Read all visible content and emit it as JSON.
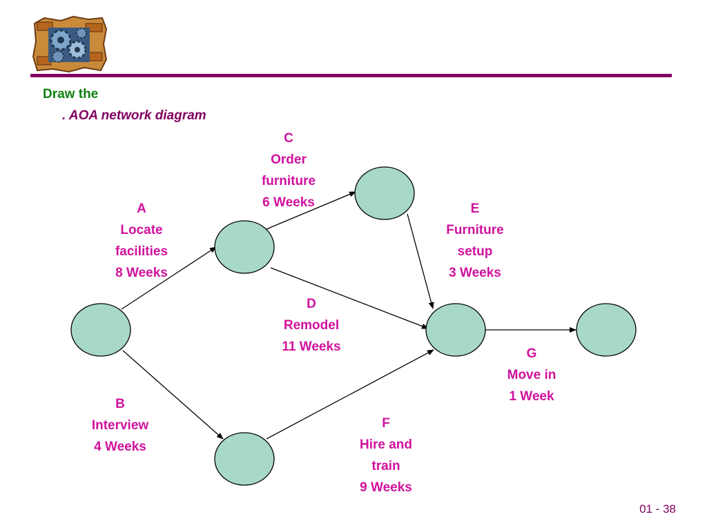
{
  "heading": "Draw the",
  "subheading": ". AOA network diagram",
  "slide_number": "01 - 38",
  "colors": {
    "node_fill": "#a7d8c8",
    "label": "#d0119d",
    "heading": "#108010",
    "accent": "#800060"
  },
  "activities": [
    {
      "id": "A",
      "name": [
        "Locate",
        "facilities"
      ],
      "duration": "8 Weeks"
    },
    {
      "id": "B",
      "name": [
        "Interview"
      ],
      "duration": "4 Weeks"
    },
    {
      "id": "C",
      "name": [
        "Order",
        "furniture"
      ],
      "duration": "6 Weeks"
    },
    {
      "id": "D",
      "name": [
        "Remodel"
      ],
      "duration": "11 Weeks"
    },
    {
      "id": "E",
      "name": [
        "Furniture",
        "setup"
      ],
      "duration": "3 Weeks"
    },
    {
      "id": "F",
      "name": [
        "Hire and",
        "train"
      ],
      "duration": "9 Weeks"
    },
    {
      "id": "G",
      "name": [
        "Move in"
      ],
      "duration": "1 Week"
    }
  ]
}
